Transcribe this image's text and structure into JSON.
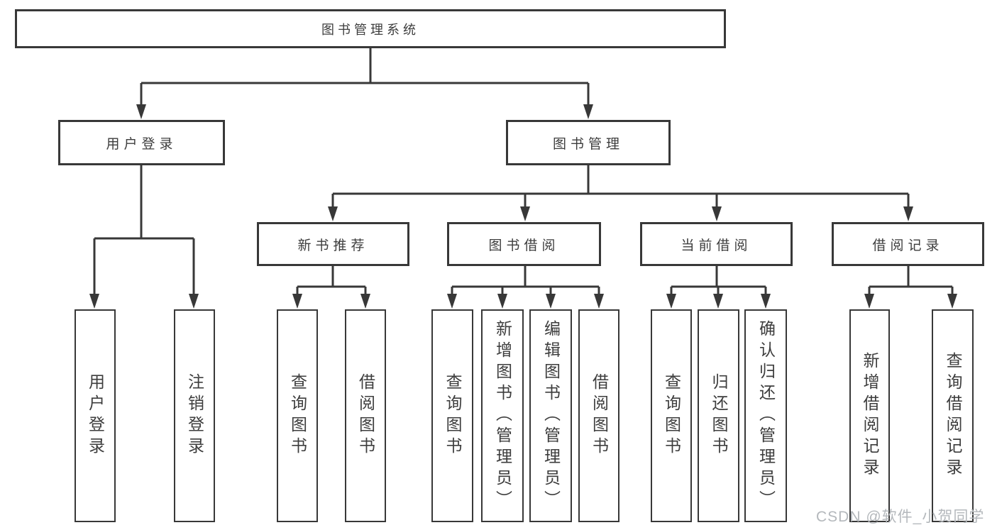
{
  "diagram": {
    "type": "tree",
    "title": "图书管理系统",
    "colors": {
      "background": "#ffffff",
      "line": "#383838",
      "box_border": "#383838",
      "box_fill": "#ffffff",
      "text": "#3d3d3d",
      "watermark_text": "#b4b8bc"
    },
    "watermark": "CSDN @软件_小贺同学",
    "nodes": {
      "root": {
        "label": "图书管理系统"
      },
      "user_login": {
        "label": "用户登录"
      },
      "book_mgmt": {
        "label": "图书管理"
      },
      "new_book_rec": {
        "label": "新书推荐"
      },
      "book_borrow": {
        "label": "图书借阅"
      },
      "current_borrow": {
        "label": "当前借阅"
      },
      "borrow_records": {
        "label": "借阅记录"
      },
      "login": {
        "label": "用户登录"
      },
      "logout": {
        "label": "注销登录"
      },
      "rec_query_book": {
        "label": "查询图书"
      },
      "rec_borrow_book": {
        "label": "借阅图书"
      },
      "bor_query_book": {
        "label": "查询图书"
      },
      "bor_add_book": {
        "label": "新增图书（管理员）"
      },
      "bor_edit_book": {
        "label": "编辑图书（管理员）"
      },
      "bor_borrow_book": {
        "label": "借阅图书"
      },
      "cur_query_book": {
        "label": "查询图书"
      },
      "cur_return_book": {
        "label": "归还图书"
      },
      "cur_confirm_return": {
        "label": "确认归还（管理员）"
      },
      "add_borrow_record": {
        "label": "新增借阅记录"
      },
      "query_borrow_record": {
        "label": "查询借阅记录"
      }
    },
    "edges": [
      {
        "from": "root",
        "to": "user_login"
      },
      {
        "from": "root",
        "to": "book_mgmt"
      },
      {
        "from": "user_login",
        "to": "login"
      },
      {
        "from": "user_login",
        "to": "logout"
      },
      {
        "from": "book_mgmt",
        "to": "new_book_rec"
      },
      {
        "from": "book_mgmt",
        "to": "book_borrow"
      },
      {
        "from": "book_mgmt",
        "to": "current_borrow"
      },
      {
        "from": "book_mgmt",
        "to": "borrow_records"
      },
      {
        "from": "new_book_rec",
        "to": "rec_query_book"
      },
      {
        "from": "new_book_rec",
        "to": "rec_borrow_book"
      },
      {
        "from": "book_borrow",
        "to": "bor_query_book"
      },
      {
        "from": "book_borrow",
        "to": "bor_add_book"
      },
      {
        "from": "book_borrow",
        "to": "bor_edit_book"
      },
      {
        "from": "book_borrow",
        "to": "bor_borrow_book"
      },
      {
        "from": "current_borrow",
        "to": "cur_query_book"
      },
      {
        "from": "current_borrow",
        "to": "cur_return_book"
      },
      {
        "from": "current_borrow",
        "to": "cur_confirm_return"
      },
      {
        "from": "borrow_records",
        "to": "add_borrow_record"
      },
      {
        "from": "borrow_records",
        "to": "query_borrow_record"
      }
    ]
  }
}
